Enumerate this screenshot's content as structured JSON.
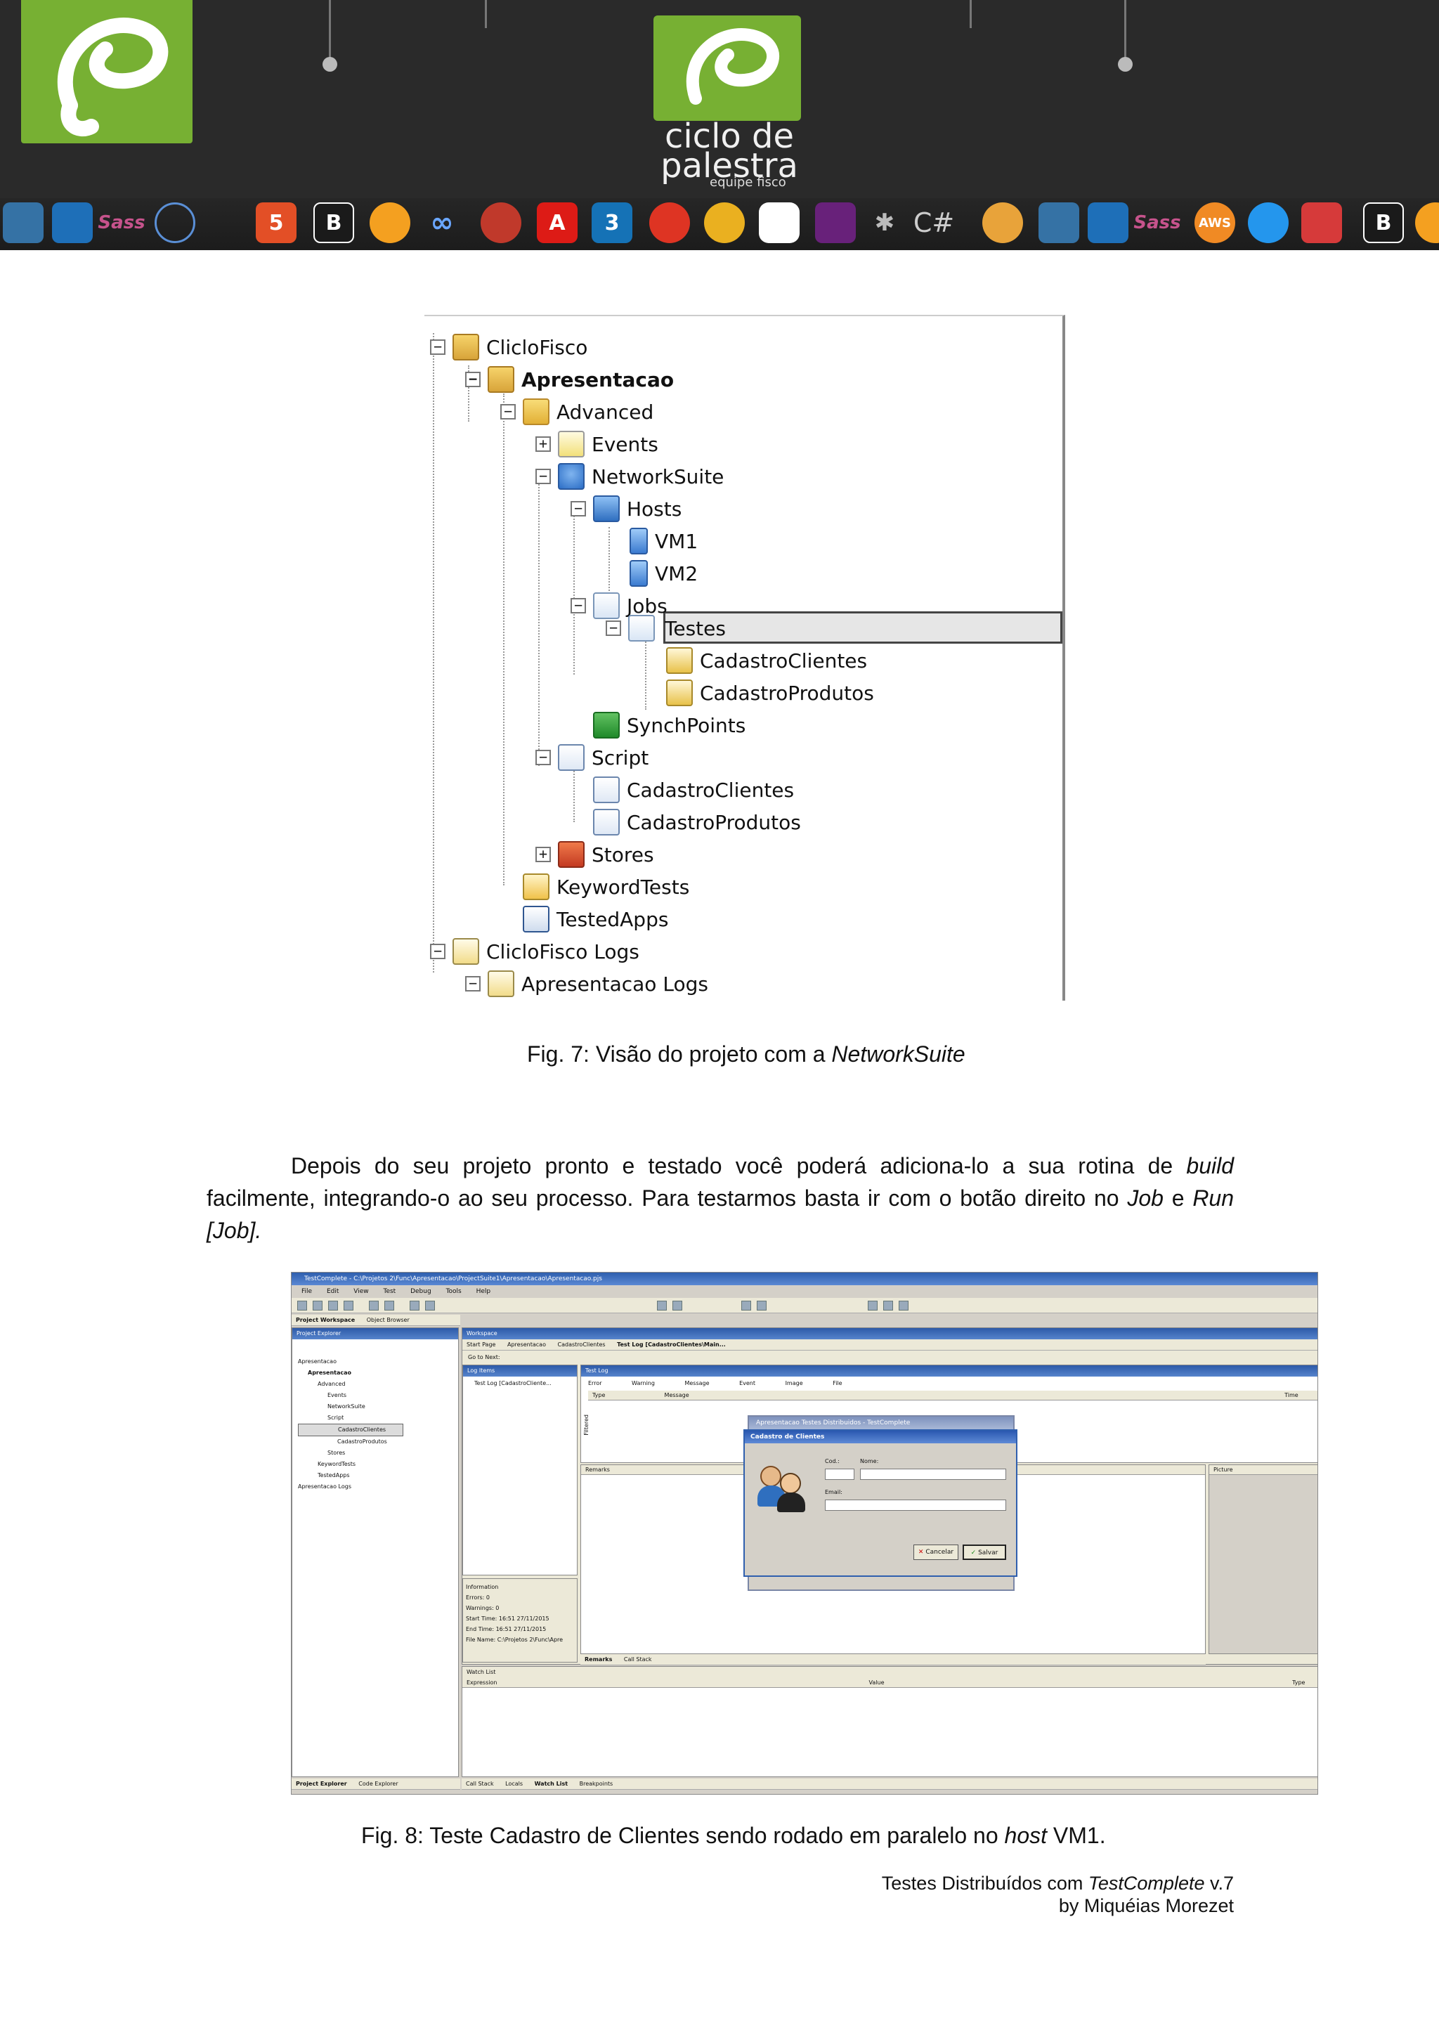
{
  "banner": {
    "brand_line1": "ciclo de",
    "brand_line2": "palestra",
    "brand_line3": "equipe fisco",
    "strip_icons": [
      "sass-icon",
      "html5-icon",
      "bootstrap-icon",
      "angular-icon",
      "css3-icon",
      "csharp-icon",
      "python-icon",
      "aws-icon",
      "docker-icon"
    ],
    "strip_text": {
      "sass": "Sass",
      "html5": "5",
      "bootstrap": "B",
      "angular": "A",
      "css3": "3",
      "csharp": "C#",
      "aws": "AWS"
    },
    "accent": "#77b033"
  },
  "figure7": {
    "tree": [
      {
        "label": "ClicloFisco",
        "exp": "−"
      },
      {
        "label": "Apresentacao",
        "exp": "−",
        "bold": true
      },
      {
        "label": "Advanced",
        "exp": "−"
      },
      {
        "label": "Events",
        "exp": "+"
      },
      {
        "label": "NetworkSuite",
        "exp": "−"
      },
      {
        "label": "Hosts",
        "exp": "−"
      },
      {
        "label": "VM1"
      },
      {
        "label": "VM2"
      },
      {
        "label": "Jobs",
        "exp": "−"
      },
      {
        "label": "Testes",
        "exp": "−",
        "selected": true
      },
      {
        "label": "CadastroClientes"
      },
      {
        "label": "CadastroProdutos"
      },
      {
        "label": "SynchPoints"
      },
      {
        "label": "Script",
        "exp": "−"
      },
      {
        "label": "CadastroClientes"
      },
      {
        "label": "CadastroProdutos"
      },
      {
        "label": "Stores",
        "exp": "+"
      },
      {
        "label": "KeywordTests"
      },
      {
        "label": "TestedApps"
      },
      {
        "label": "ClicloFisco Logs",
        "exp": "−"
      },
      {
        "label": "Apresentacao Logs",
        "exp": "−"
      }
    ],
    "caption_prefix": "Fig. 7: Visão do projeto com a ",
    "caption_italic": "NetworkSuite"
  },
  "paragraph": {
    "p1": "Depois do seu projeto pronto e testado você poderá adiciona-lo a sua rotina de ",
    "i1": "build",
    "p2": " facilmente, integrando-o ao seu processo. Para testarmos basta ir com o botão direito no ",
    "i2": "Job",
    "p3": " e ",
    "i3": "Run [Job]."
  },
  "figure8": {
    "window_title": "TestComplete - C:\\Projetos 2\\Func\\Apresentacao\\ProjectSuite1\\Apresentacao\\Apresentacao.pjs",
    "menu": [
      "File",
      "Edit",
      "View",
      "Test",
      "Debug",
      "Tools",
      "Help"
    ],
    "left_tabs": [
      "Project Workspace",
      "Object Browser"
    ],
    "project_explorer_title": "Project Explorer",
    "mini_tree": [
      "Apresentacao",
      "Apresentacao",
      "Advanced",
      "Events",
      "NetworkSuite",
      "Script",
      "CadastroClientes",
      "CadastroProdutos",
      "Stores",
      "KeywordTests",
      "TestedApps",
      "Apresentacao Logs"
    ],
    "bottom_left_tabs": [
      "Project Explorer",
      "Code Explorer"
    ],
    "workspace_title": "Workspace",
    "doc_tabs": [
      "Start Page",
      "Apresentacao",
      "CadastroClientes",
      "Test Log [CadastroClientes\\Main..."
    ],
    "goto_next": "Go to Next:",
    "log_items_title": "Log Items",
    "log_item": "Test Log [CadastroCliente...",
    "test_log_title": "Test Log",
    "filters": [
      "Error",
      "Warning",
      "Message",
      "Event",
      "Image",
      "File"
    ],
    "log_columns": [
      "Type",
      "Message",
      "Time"
    ],
    "filtered_label": "Filtered",
    "remarks_label": "Remarks",
    "picture_label": "Picture",
    "info": {
      "title": "Information",
      "errors": "Errors: 0",
      "warnings": "Warnings: 0",
      "start": "Start Time: 16:51 27/11/2015",
      "end": "End Time: 16:51 27/11/2015",
      "file": "File Name: C:\\Projetos 2\\Func\\Apre"
    },
    "remark_tabs": [
      "Remarks",
      "Call Stack"
    ],
    "watch_title": "Watch List",
    "watch_columns": [
      "Expression",
      "Value",
      "Type"
    ],
    "bottom_tabs": [
      "Call Stack",
      "Locals",
      "Watch List",
      "Breakpoints"
    ],
    "dialog_outer_title": "Apresentacao Testes Distribuidos - TestComplete",
    "dialog_inner_title": "Cadastro de Clientes",
    "field_cod": "Cod.:",
    "field_nome": "Nome:",
    "field_email": "Email:",
    "btn_cancel": "Cancelar",
    "btn_save": "Salvar",
    "caption_prefix": "Fig. 8: Teste Cadastro de Clientes sendo rodado em paralelo no ",
    "caption_italic": "host",
    "caption_suffix": " VM1."
  },
  "footer": {
    "line1_prefix": "Testes Distribuídos com ",
    "line1_italic": "TestComplete",
    "line1_suffix": " v.7",
    "line2": "by Miquéias Morezet"
  }
}
